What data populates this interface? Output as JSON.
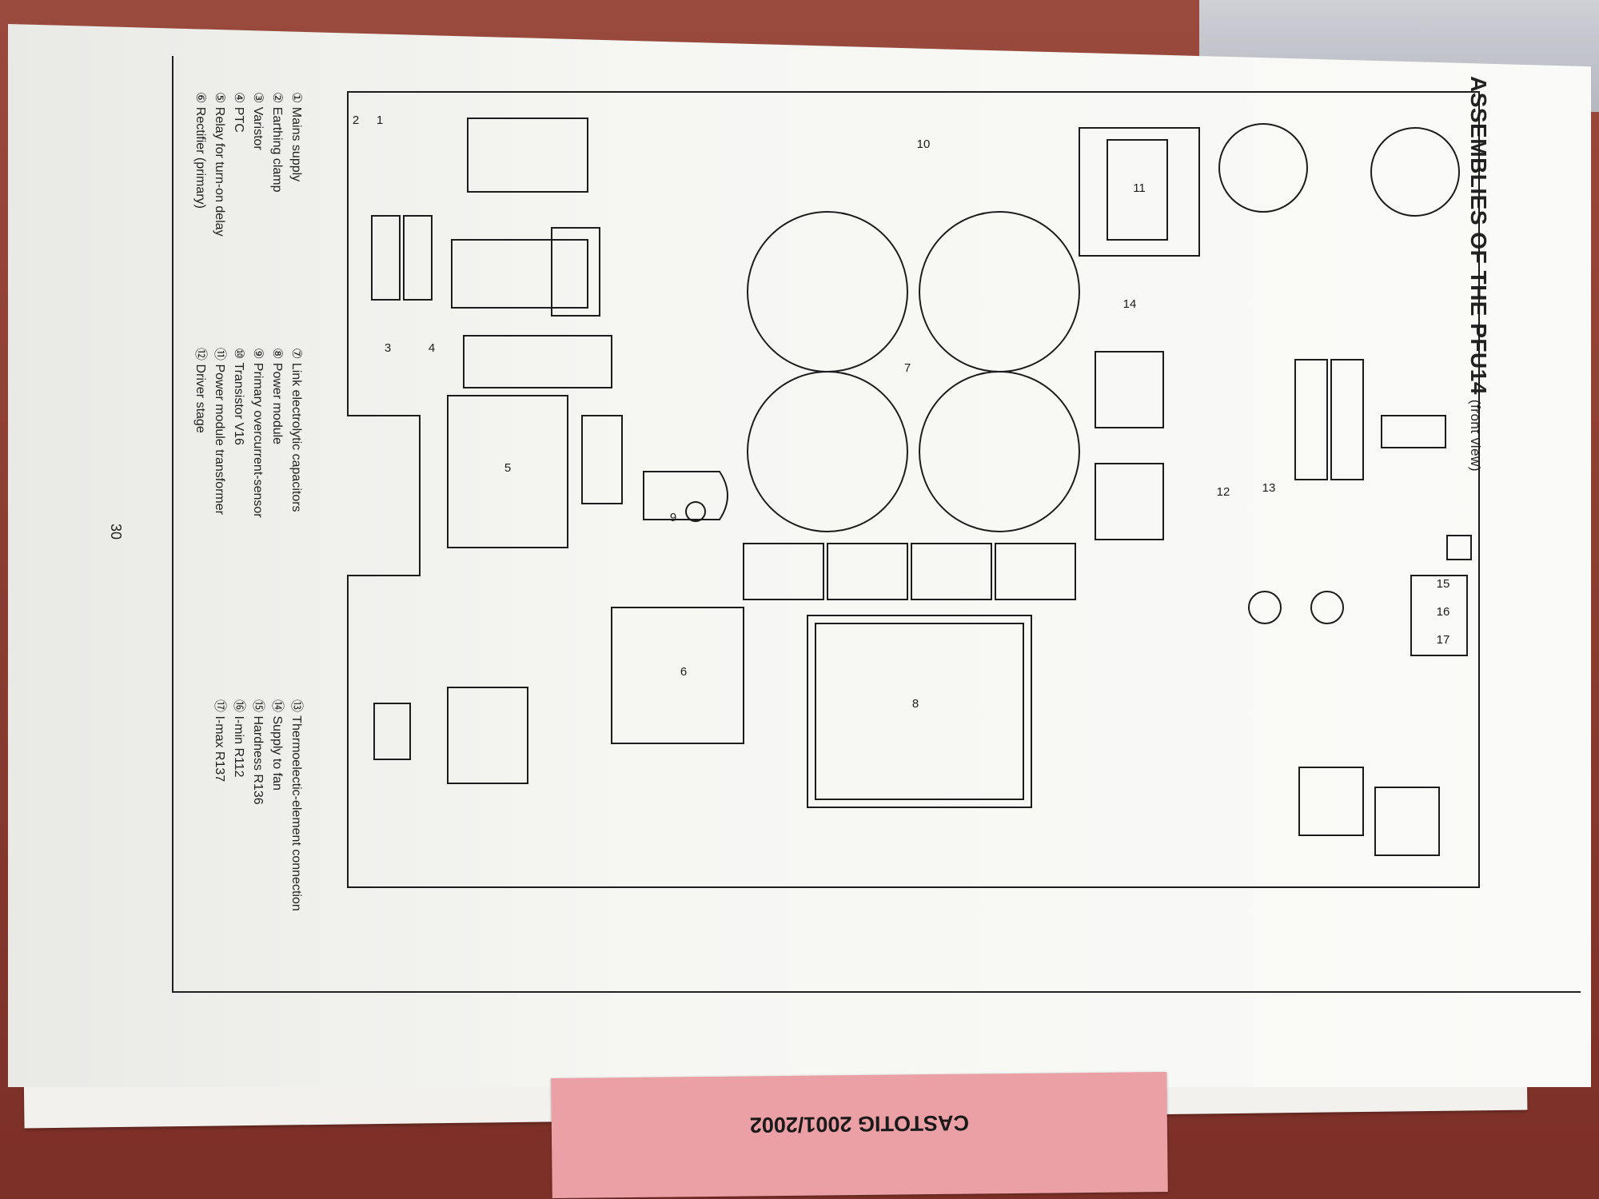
{
  "document": {
    "title": "ASSEMBLIES OF THE PFU14",
    "subtitle": "(front view)",
    "page_number": "30",
    "tab_label": "CASTOTIG 2001/2002",
    "legend": [
      {
        "n": "①",
        "label": "Mains supply"
      },
      {
        "n": "②",
        "label": "Earthing clamp"
      },
      {
        "n": "③",
        "label": "Varistor"
      },
      {
        "n": "④",
        "label": "PTC"
      },
      {
        "n": "⑤",
        "label": "Relay for turn-on delay"
      },
      {
        "n": "⑥",
        "label": "Rectifier (primary)"
      },
      {
        "n": "⑦",
        "label": "Link electrolytic capacitors"
      },
      {
        "n": "⑧",
        "label": "Power module"
      },
      {
        "n": "⑨",
        "label": "Primary overcurrent-sensor"
      },
      {
        "n": "⑩",
        "label": "Transistor V16"
      },
      {
        "n": "⑪",
        "label": "Power module transformer"
      },
      {
        "n": "⑫",
        "label": "Driver stage"
      },
      {
        "n": "⑬",
        "label": "Thermoelectic-element connection"
      },
      {
        "n": "⑭",
        "label": "Supply to fan"
      },
      {
        "n": "⑮",
        "label": "Hardness R136"
      },
      {
        "n": "⑯",
        "label": "I-min R112"
      },
      {
        "n": "⑰",
        "label": "I-max R137"
      }
    ],
    "board_markers": [
      "1",
      "2",
      "3",
      "4",
      "5",
      "6",
      "7",
      "8",
      "9",
      "10",
      "11",
      "12",
      "13",
      "14",
      "15",
      "16",
      "17"
    ]
  },
  "colors": {
    "ink": "#1c1c1c",
    "paper": "#f6f6f3",
    "tab": "#eba0a6"
  }
}
